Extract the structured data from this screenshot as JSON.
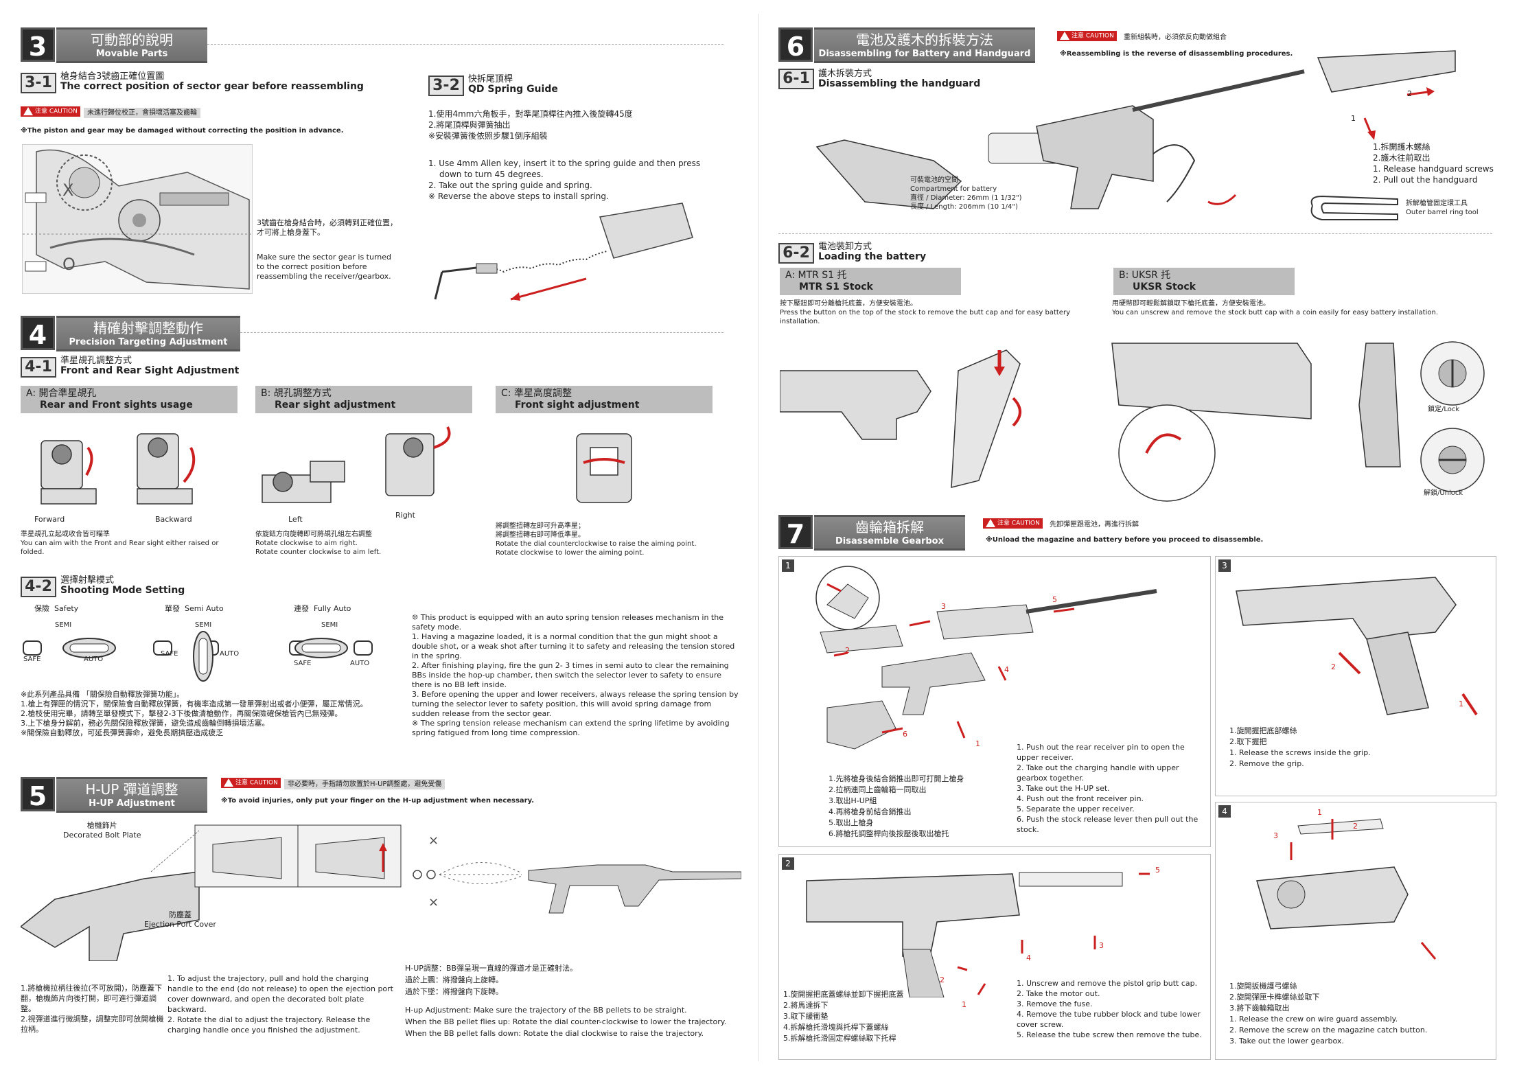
{
  "s3": {
    "num": "3",
    "title_zh": "可動部的說明",
    "title_en": "Movable Parts",
    "s31": {
      "num": "3-1",
      "zh": "槍身結合3號齒正確位置圖",
      "en": "The correct position of sector gear before reassembling"
    },
    "caution_zh": "未進行歸位校正，會損壞活塞及齒輪",
    "note": "※The piston and gear may be damaged without correcting the position in advance.",
    "mark_x": "X",
    "mark_o": "O",
    "side_zh": "3號齒在槍身結合時，必須轉到正確位置，才可將上槍身蓋下。",
    "side_en": "Make sure the sector gear is turned to the correct position before reassembling the receiver/gearbox.",
    "s32": {
      "num": "3-2",
      "zh": "快拆尾頂桿",
      "en": "QD Spring Guide"
    },
    "s32_zh": [
      "1.使用4mm六角板手，對準尾頂桿往內推入後旋轉45度",
      "2.將尾頂桿與彈簧抽出",
      "※安裝彈簧後依照步驟1倒序組裝"
    ],
    "s32_en": [
      "1. Use 4mm Allen key, insert it to the spring guide and then press down to turn 45 degrees.",
      "2. Take out the spring guide and spring.",
      "※ Reverse the above steps to install spring."
    ]
  },
  "s4": {
    "num": "4",
    "title_zh": "精確射擊調整動作",
    "title_en": "Precision Targeting Adjustment",
    "s41": {
      "num": "4-1",
      "zh": "準星覘孔調整方式",
      "en": "Front and Rear Sight Adjustment"
    },
    "a": {
      "zh": "A: 開合準星覘孔",
      "en": "Rear and Front sights usage",
      "left": "Forward",
      "right": "Backward",
      "desc_zh": "準星覘孔立起或收合皆可瞄準",
      "desc_en": "You can aim with the Front and Rear sight either raised or folded."
    },
    "b": {
      "zh": "B: 覘孔調整方式",
      "en": "Rear sight adjustment",
      "left": "Left",
      "right": "Right",
      "desc_zh": "依旋鈕方向旋轉即可將覘孔組左右調整",
      "desc_en1": "Rotate clockwise to aim right.",
      "desc_en2": "Rotate counter clockwise to aim left."
    },
    "c": {
      "zh": "C: 準星高度調整",
      "en": "Front sight adjustment",
      "desc_zh1": "將調整扭轉左即可升高準星；",
      "desc_zh2": "將調整扭轉右即可降低準星。",
      "desc_en1": "Rotate the dial counterclockwise to raise the aiming point.",
      "desc_en2": "Rotate clockwise to lower the aiming point."
    },
    "s42": {
      "num": "4-2",
      "zh": "選擇射擊模式",
      "en": "Shooting Mode Setting"
    },
    "modes": [
      {
        "zh": "保險",
        "en": "Safety",
        "semi": "SEMI",
        "safe": "SAFE",
        "auto": "AUTO"
      },
      {
        "zh": "單發",
        "en": "Semi Auto",
        "semi": "SEMI",
        "safe": "SAFE",
        "auto": "AUTO"
      },
      {
        "zh": "連發",
        "en": "Fully Auto",
        "semi": "SEMI",
        "safe": "SAFE",
        "auto": "AUTO"
      }
    ],
    "mode_zh": [
      "※此系列產品具備 「關保險自動釋放彈簧功能」。",
      "1.槍上有彈匣的情況下，關保險會自動釋放彈簧，有機率造成第一發單彈射出或者小便彈，屬正常情況。",
      "2.槍枝使用完畢，請轉至單發模式下，擊發2-3下後做清槍動作，再關保險確保槍管內已無殘彈。",
      "3.上下槍身分解前，務必先關保險釋放彈簧，避免造成齒輪倒轉損壞活塞。",
      "※關保險自動釋放，可延長彈簧壽命，避免長期擠壓造成疲乏"
    ],
    "mode_en": [
      "❊ This product is equipped with an auto spring tension releases mechanism in the safety mode.",
      "1. Having a magazine loaded, it is a normal condition that the gun might shoot a double shot, or a weak shot after turning it to safety and releasing the tension stored in the spring.",
      "2. After finishing playing, fire the gun 2- 3 times in semi auto to clear the remaining BBs inside the hop-up chamber, then switch the selector lever to safety to ensure there is no BB left inside.",
      "3. Before opening the upper and lower receivers, always release the spring tension by turning the selector lever to safety position, this will avoid spring damage from sudden release from the sector gear.",
      "※ The spring tension release mechanism can extend the spring lifetime by avoiding spring fatigued from long time compression."
    ]
  },
  "s5": {
    "num": "5",
    "title_zh": "H-UP 彈道調整",
    "title_en": "H-UP Adjustment",
    "caution_zh": "非必要時，手指請勿放置於H-UP調整處，避免受傷",
    "note": "※To avoid injuries, only put your finger on the H-up adjustment when necessary.",
    "plate_zh": "槍機飾片",
    "plate_en": "Decorated Bolt Plate",
    "cover_zh": "防塵蓋",
    "cover_en": "Ejection Port Cover",
    "left_zh": [
      "1.將槍機拉柄往後拉(不可放開)，防塵蓋下翻，槍機飾片向後打開，即可進行彈道調整。",
      "2.視彈道進行微調整，調整完即可放開槍機拉柄。"
    ],
    "left_en": [
      "1. To adjust the trajectory, pull and hold the charging handle to the end (do not release) to open the ejection port cover downward, and open the decorated bolt plate backward.",
      "2. Rotate the dial to adjust the trajectory. Release the charging handle once you finished the adjustment."
    ],
    "right_zh": [
      "H-UP調整：BB彈呈現一直線的彈道才是正確射法。",
      "過於上飄：將撥盤向上旋轉。",
      "過於下墜：將撥盤向下旋轉。"
    ],
    "right_en": [
      "H-up Adjustment: Make sure the trajectory of the BB pellets to be straight.",
      "When the BB pellet flies up: Rotate the dial counter-clockwise to lower the trajectory.",
      "When the BB pellet falls down: Rotate the dial clockwise to raise the trajectory."
    ]
  },
  "s6": {
    "num": "6",
    "title_zh": "電池及護木的拆裝方法",
    "title_en": "Disassembling for Battery and Handguard",
    "caution_zh": "重新組裝時，必須依反向動做組合",
    "note": "※Reassembling is the reverse of disassembling procedures.",
    "s61": {
      "num": "6-1",
      "zh": "護木拆裝方式",
      "en": "Disassembling the handguard"
    },
    "space_zh": "可裝電池的空間",
    "space_en": "Compartment for battery",
    "dia": "直徑 / Diameter: 26mm (1 1/32\")",
    "len": "長度 / Length: 206mm (10 1/4\")",
    "hg_steps": [
      "1.拆開護木螺絲",
      "2.護木往前取出",
      "1. Release handguard screws",
      "2. Pull out the handguard"
    ],
    "tool_zh": "拆解槍管固定環工具",
    "tool_en": "Outer barrel ring tool",
    "arrow1": "1",
    "arrow2": "2",
    "s62": {
      "num": "6-2",
      "zh": "電池裝卸方式",
      "en": "Loading the battery"
    },
    "a": {
      "zh": "A: MTR S1 托",
      "en": "MTR S1 Stock",
      "desc_zh": "按下壓鈕即可分離槍托底蓋，方便安裝電池。",
      "desc_en": "Press the button on the top of the stock to remove the butt cap and for easy battery installation."
    },
    "b": {
      "zh": "B: UKSR 托",
      "en": "UKSR Stock",
      "desc_zh": "用硬幣即可輕鬆解鎖取下槍托底蓋，方便安裝電池。",
      "desc_en": "You can unscrew and remove the stock butt cap with a coin easily  for easy battery installation."
    },
    "lock": "鎖定/Lock",
    "unlock": "解鎖/Unlock"
  },
  "s7": {
    "num": "7",
    "title_zh": "齒輪箱拆解",
    "title_en": "Disassemble Gearbox",
    "caution_zh": "先卸彈匣跟電池，再進行拆解",
    "note": "※Unload the magazine and battery before you proceed to disassemble.",
    "p1": {
      "num": "1",
      "zh": [
        "1.先將槍身後結合銷推出即可打開上槍身",
        "2.拉柄連同上齒輪箱一同取出",
        "3.取出H-UP組",
        "4.再將槍身前結合銷推出",
        "5.取出上槍身",
        "6.將槍托調整桿向後按壓後取出槍托"
      ],
      "en": [
        "1. Push out the rear receiver pin to open the upper receiver.",
        "2. Take out the charging handle with upper gearbox together.",
        "3. Take out the H-UP set.",
        "4. Push out the front receiver pin.",
        "5. Separate the upper receiver.",
        "6. Push the stock release lever then pull out the stock."
      ],
      "marks": [
        "1",
        "2",
        "3",
        "4",
        "5",
        "6"
      ]
    },
    "p2": {
      "num": "2",
      "zh": [
        "1.旋開握把底蓋螺絲並卸下握把底蓋",
        "2.將馬達拆下",
        "3.取下緩衝墊",
        "4.拆解槍托滑塊與托桿下蓋螺絲",
        "5.拆解槍托滑固定桿螺絲取下托桿"
      ],
      "en": [
        "1. Unscrew and remove the pistol grip butt cap.",
        "2. Take the motor out.",
        "3. Remove the fuse.",
        "4. Remove the tube rubber block and tube lower cover screw.",
        "5. Release the tube screw then remove the tube."
      ],
      "marks": [
        "1",
        "2",
        "3",
        "4",
        "5"
      ]
    },
    "p3": {
      "num": "3",
      "zh": [
        "1.旋開握把底部螺絲",
        "2.取下握把"
      ],
      "en": [
        "1. Release the screws inside the grip.",
        "2. Remove the grip."
      ],
      "marks": [
        "1",
        "2"
      ]
    },
    "p4": {
      "num": "4",
      "zh": [
        "1.旋開扳機護弓螺絲",
        "2.旋開彈匣卡榫螺絲並取下",
        "3.將下齒輪箱取出"
      ],
      "en": [
        "1. Release the crew on wire guard assembly.",
        "2. Remove the screw on the magazine catch button.",
        "3. Take out the lower gearbox."
      ],
      "marks": [
        "1",
        "2",
        "3"
      ]
    }
  },
  "caution_tag": "注意 CAUTION",
  "colors": {
    "accent_red": "#cc1f1f",
    "bar_grey": "#7d7d7d",
    "dark": "#2b2b2b"
  }
}
